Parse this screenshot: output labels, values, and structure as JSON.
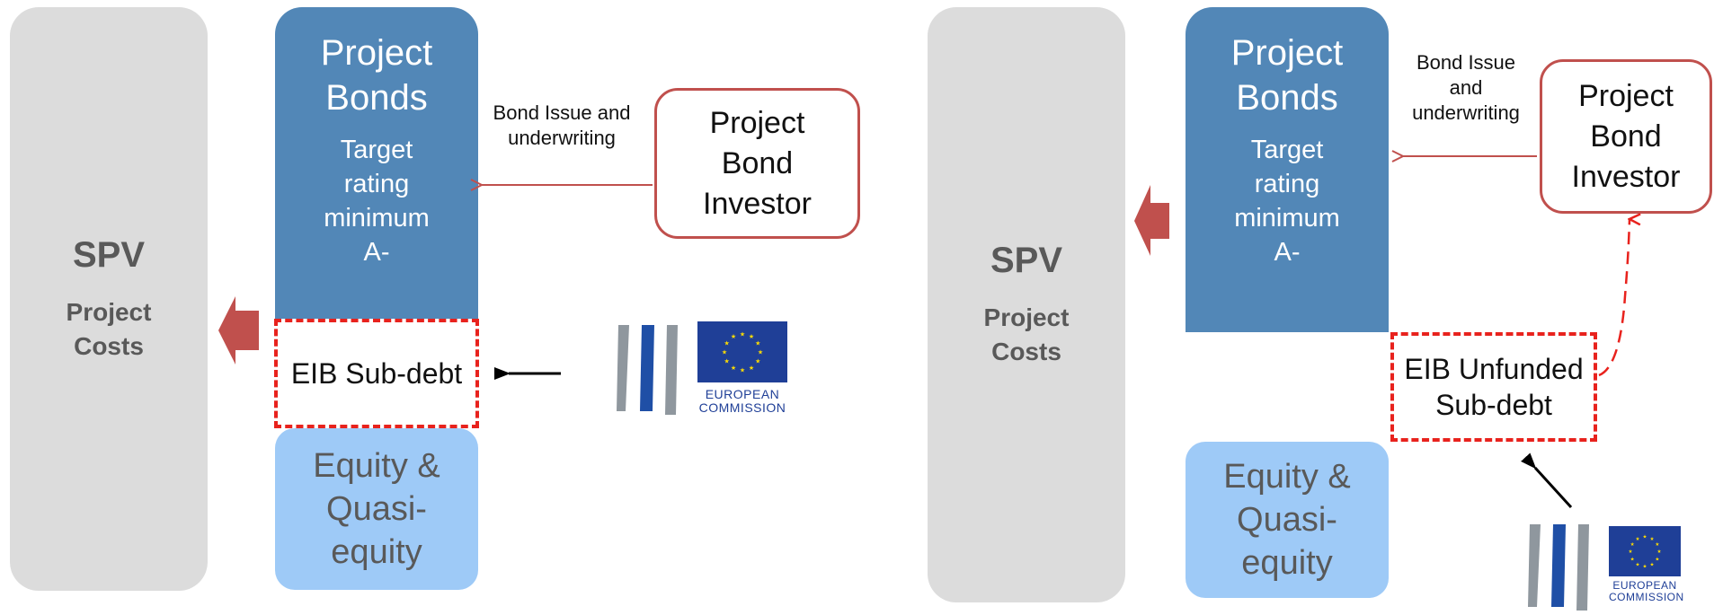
{
  "left_panel": {
    "spv": {
      "title": "SPV",
      "subtitle": "Project\nCosts"
    },
    "project_bonds": {
      "title": "Project\nBonds",
      "rating": "Target\nrating\nminimum\nA-"
    },
    "sub_debt": {
      "label": "EIB Sub-debt"
    },
    "equity": {
      "label": "Equity &\nQuasi-\nequity"
    },
    "bond_issue_label": "Bond Issue and\nunderwriting",
    "investor": {
      "label": "Project\nBond\nInvestor"
    },
    "ec_logo": {
      "text": "EUROPEAN\nCOMMISSION"
    }
  },
  "right_panel": {
    "spv": {
      "title": "SPV",
      "subtitle": "Project\nCosts"
    },
    "project_bonds": {
      "title": "Project\nBonds",
      "rating": "Target\nrating\nminimum\nA-"
    },
    "sub_debt": {
      "label": "EIB Unfunded\nSub-debt"
    },
    "equity": {
      "label": "Equity &\nQuasi-\nequity"
    },
    "bond_issue_label": "Bond Issue\nand\nunderwriting",
    "investor": {
      "label": "Project\nBond\nInvestor"
    },
    "ec_logo": {
      "text": "EUROPEAN\nCOMMISSION"
    }
  },
  "colors": {
    "spv_bg": "#dcdcdc",
    "bonds_bg": "#5287b7",
    "equity_bg": "#9ecaf7",
    "dashed_red": "#e8221d",
    "arrow_red": "#c0504d",
    "eu_blue": "#1f3f97",
    "eu_star": "#ffdd00"
  },
  "icons": {
    "flow_arrow": "block-arrow-left-icon",
    "eib_logo": "eib-logo-icon",
    "eu_flag": "eu-flag-icon"
  }
}
